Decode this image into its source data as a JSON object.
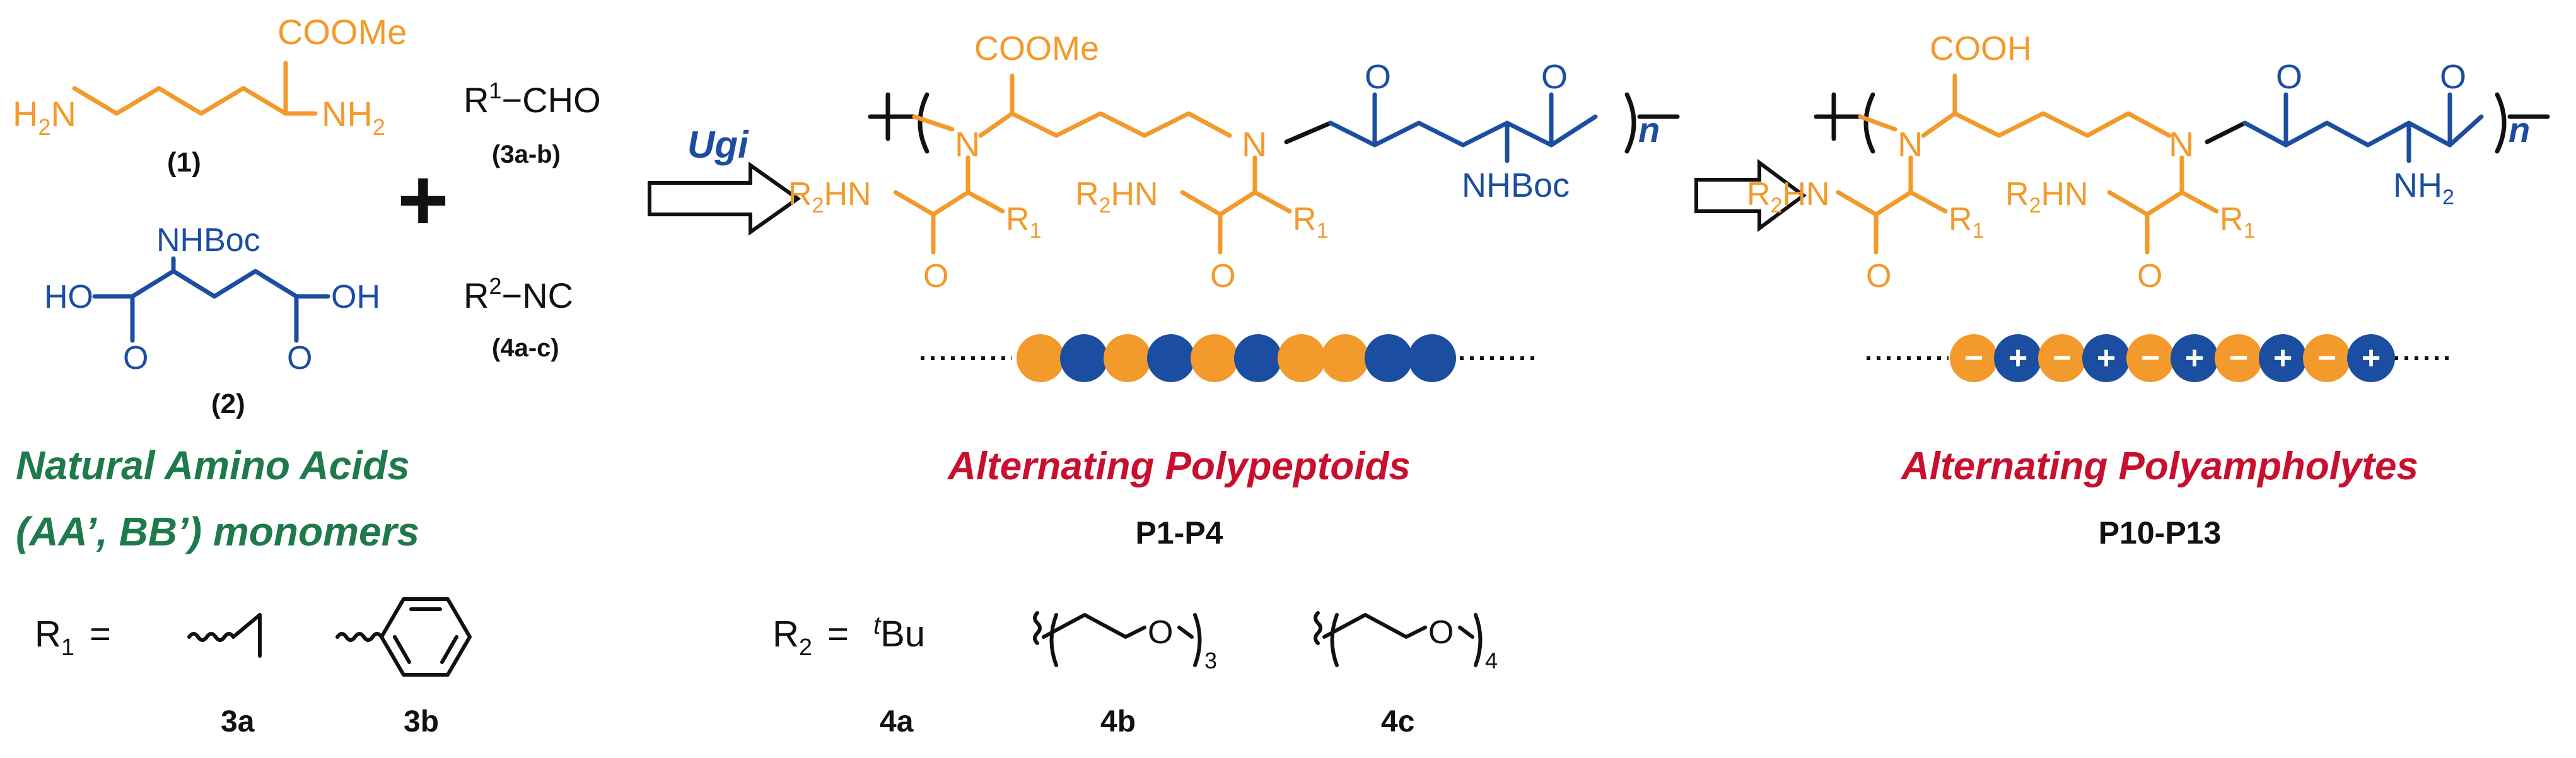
{
  "colors": {
    "orange": "#F39A2C",
    "blue": "#1B4EA0",
    "green": "#1E7A4B",
    "red": "#C8102E",
    "black": "#111111"
  },
  "monomers": {
    "m1_label": "(1)",
    "m1_ester": "COOMe",
    "m1_amine_left": "H",
    "m1_amine_left_sub": "2",
    "m1_amine_left_n": "N",
    "m1_amine_right_n": "NH",
    "m1_amine_right_sub": "2",
    "m2_label": "(2)",
    "m2_nhboc": "NHBoc",
    "m2_ho": "HO",
    "m2_oh": "OH",
    "m2_o": "O",
    "caption_line1": "Natural Amino Acids",
    "caption_line2": "(AA’, BB’) monomers"
  },
  "reagents": {
    "plus": "+",
    "aldehyde_r": "R",
    "aldehyde_sup": "1",
    "aldehyde_rest": "−CHO",
    "aldehyde_label": "(3a-b)",
    "isocyanide_r": "R",
    "isocyanide_sup": "2",
    "isocyanide_rest": "−NC",
    "isocyanide_label": "(4a-c)"
  },
  "reaction": {
    "ugi_label": "Ugi"
  },
  "polymer1": {
    "ester": "COOMe",
    "n1": "N",
    "n2": "N",
    "o1": "O",
    "o2": "O",
    "nhboc": "NHBoc",
    "r2hn_a": "R",
    "r2hn_a_sub": "2",
    "r2hn_a_rest": "HN",
    "r2hn_b": "R",
    "r2hn_b_sub": "2",
    "r2hn_b_rest": "HN",
    "o3": "O",
    "o4": "O",
    "r1_a": "R",
    "r1_a_sub": "1",
    "r1_b": "R",
    "r1_b_sub": "1",
    "n_index": "n",
    "title": "Alternating Polypeptoids",
    "code": "P1-P4"
  },
  "polymer2": {
    "acid": "COOH",
    "n1": "N",
    "n2": "N",
    "o1": "O",
    "o2": "O",
    "nh2": "NH",
    "nh2_sub": "2",
    "r2hn_a": "R",
    "r2hn_a_sub": "2",
    "r2hn_a_rest": "HN",
    "r2hn_b": "R",
    "r2hn_b_sub": "2",
    "r2hn_b_rest": "HN",
    "o3": "O",
    "o4": "O",
    "r1_a": "R",
    "r1_a_sub": "1",
    "r1_b": "R",
    "r1_b_sub": "1",
    "n_index": "n",
    "title": "Alternating Polyampholytes",
    "code": "P10-P13"
  },
  "bead_chain_1": [
    "orange",
    "blue",
    "orange",
    "blue",
    "orange",
    "blue",
    "orange",
    "orange",
    "blue",
    "blue"
  ],
  "bead_chain_2": [
    "orange",
    "blue",
    "orange",
    "blue",
    "orange",
    "blue",
    "orange",
    "blue",
    "orange",
    "blue"
  ],
  "bead_signs": {
    "orange": "−",
    "blue": "+"
  },
  "substituents": {
    "r1_label": "R",
    "r1_sub": "1",
    "r1_eq": "=",
    "r1_3a": "3a",
    "r1_3b": "3b",
    "r2_label": "R",
    "r2_sub": "2",
    "r2_eq": "=",
    "tbu_sup": "t",
    "tbu": "Bu",
    "peg_o_b": "O",
    "peg_o_c": "O",
    "peg_n_b": "3",
    "peg_n_c": "4",
    "r2_4a": "4a",
    "r2_4b": "4b",
    "r2_4c": "4c"
  }
}
